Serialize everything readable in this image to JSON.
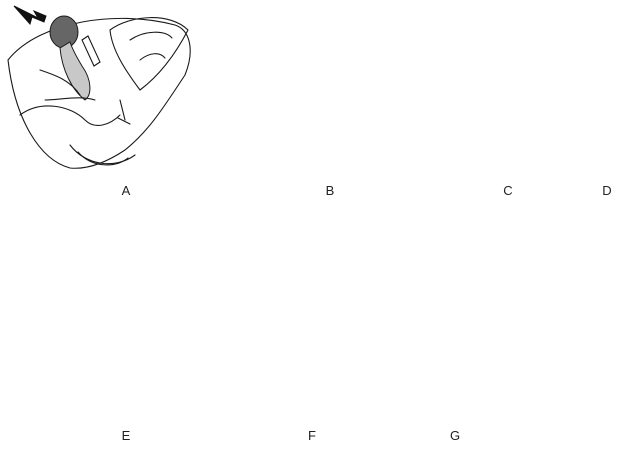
{
  "figure": {
    "panels": [
      {
        "id": "A",
        "label": "A"
      },
      {
        "id": "B",
        "label": "B"
      },
      {
        "id": "C",
        "label": "C"
      },
      {
        "id": "D",
        "label": "D"
      },
      {
        "id": "E",
        "label": "E"
      },
      {
        "id": "F",
        "label": "F"
      },
      {
        "id": "G",
        "label": "G"
      }
    ]
  }
}
